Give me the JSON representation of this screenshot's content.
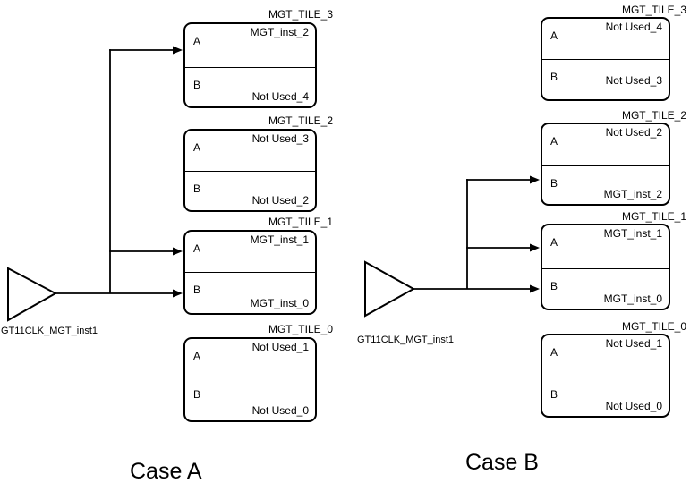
{
  "figure": {
    "colors": {
      "line": "#000000",
      "background": "#ffffff",
      "text": "#000000"
    },
    "cases": [
      {
        "caption": "Case A",
        "clock_buffer": {
          "label": "GT11CLK_MGT_inst1"
        },
        "connections": [
          "MGT_TILE_3.A",
          "MGT_TILE_1.A",
          "MGT_TILE_1.B"
        ],
        "tiles": [
          {
            "title": "MGT_TILE_3",
            "ports": [
              {
                "name": "A",
                "label": "MGT_inst_2"
              },
              {
                "name": "B",
                "label": "Not Used_4"
              }
            ]
          },
          {
            "title": "MGT_TILE_2",
            "ports": [
              {
                "name": "A",
                "label": "Not Used_3"
              },
              {
                "name": "B",
                "label": "Not Used_2"
              }
            ]
          },
          {
            "title": "MGT_TILE_1",
            "ports": [
              {
                "name": "A",
                "label": "MGT_inst_1"
              },
              {
                "name": "B",
                "label": "MGT_inst_0"
              }
            ]
          },
          {
            "title": "MGT_TILE_0",
            "ports": [
              {
                "name": "A",
                "label": "Not Used_1"
              },
              {
                "name": "B",
                "label": "Not Used_0"
              }
            ]
          }
        ]
      },
      {
        "caption": "Case B",
        "clock_buffer": {
          "label": "GT11CLK_MGT_inst1"
        },
        "connections": [
          "MGT_TILE_2.B",
          "MGT_TILE_1.A",
          "MGT_TILE_1.B"
        ],
        "tiles": [
          {
            "title": "MGT_TILE_3",
            "ports": [
              {
                "name": "A",
                "label": "Not Used_4"
              },
              {
                "name": "B",
                "label": "Not Used_3"
              }
            ]
          },
          {
            "title": "MGT_TILE_2",
            "ports": [
              {
                "name": "A",
                "label": "Not Used_2"
              },
              {
                "name": "B",
                "label": "MGT_inst_2"
              }
            ]
          },
          {
            "title": "MGT_TILE_1",
            "ports": [
              {
                "name": "A",
                "label": "MGT_inst_1"
              },
              {
                "name": "B",
                "label": "MGT_inst_0"
              }
            ]
          },
          {
            "title": "MGT_TILE_0",
            "ports": [
              {
                "name": "A",
                "label": "Not Used_1"
              },
              {
                "name": "B",
                "label": "Not Used_0"
              }
            ]
          }
        ]
      }
    ]
  }
}
